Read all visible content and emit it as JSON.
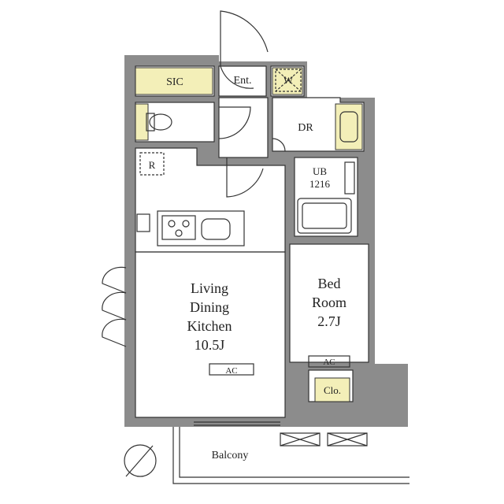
{
  "rooms": {
    "sic": "SIC",
    "entrance": "Ent.",
    "washer": "W",
    "dressing_room": "DR",
    "refrigerator": "R",
    "unit_bath": {
      "name": "UB",
      "size": "1216"
    },
    "ldk": {
      "line1": "Living",
      "line2": "Dining",
      "line3": "Kitchen",
      "size": "10.5J"
    },
    "bedroom": {
      "line1": "Bed",
      "line2": "Room",
      "size": "2.7J"
    },
    "closet": "Clo.",
    "balcony": "Balcony"
  },
  "equipment": {
    "ldk_ac": "AC",
    "bedroom_ac": "AC"
  },
  "colors": {
    "wall": "#8c8c8c",
    "storage": "#f3efb8",
    "line": "#333333"
  }
}
